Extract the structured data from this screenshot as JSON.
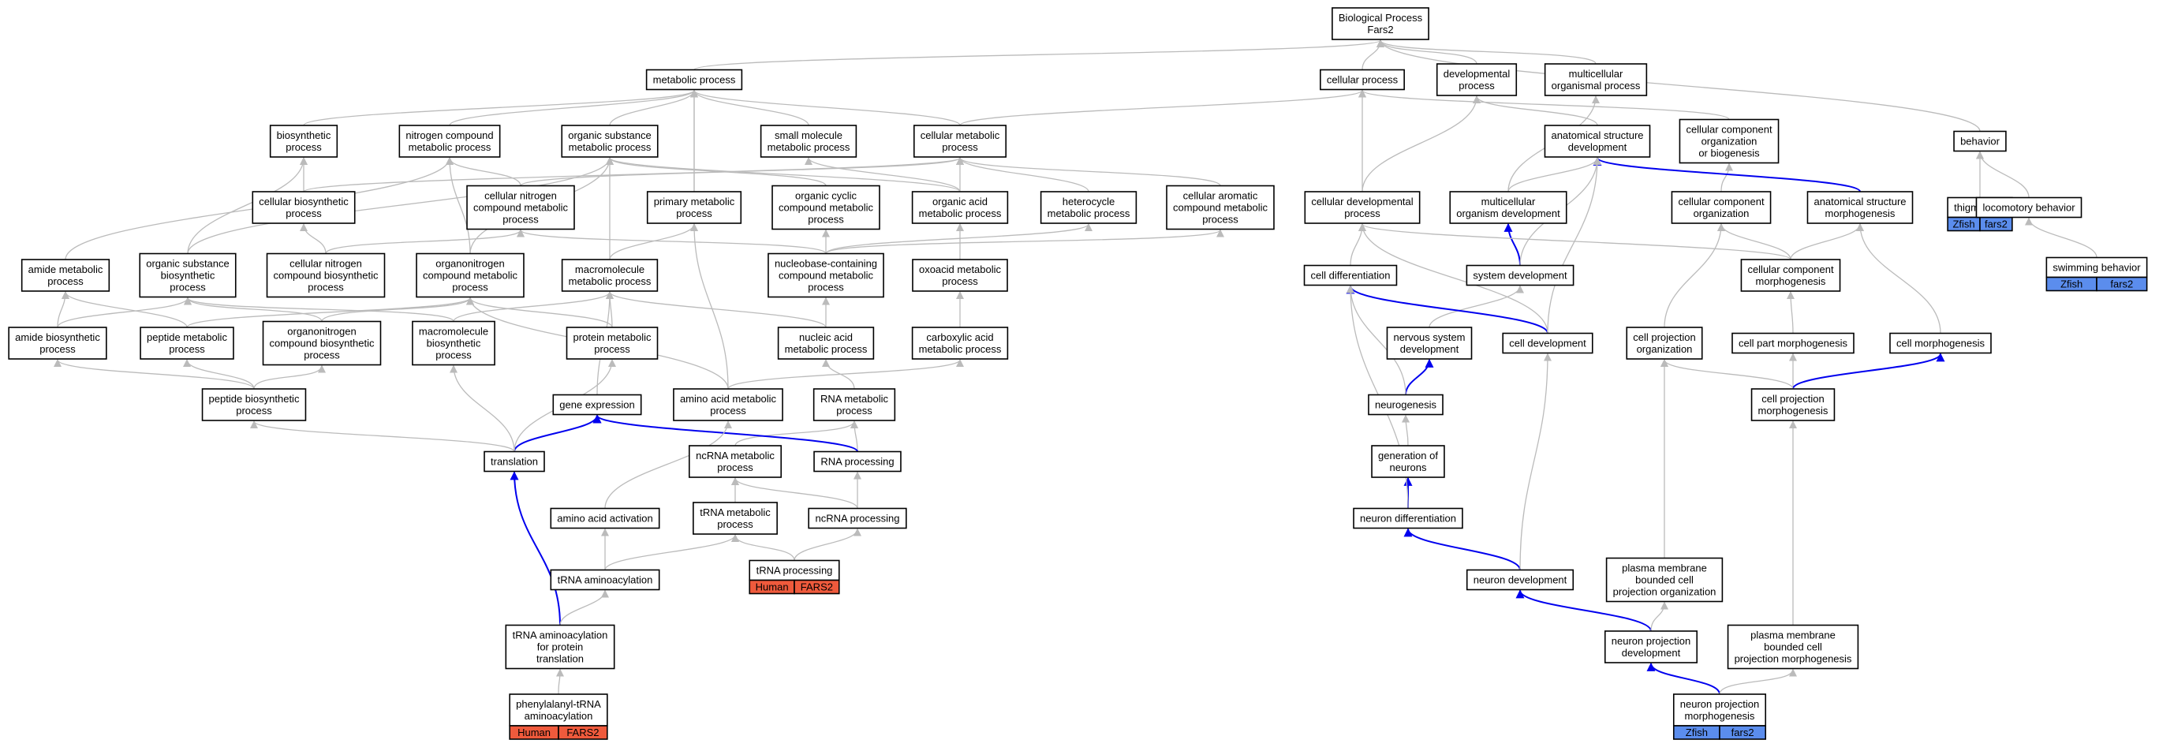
{
  "title_node": "go-0008150",
  "colors": {
    "edge_gray": "#bbbbbb",
    "edge_blue": "#0000ee",
    "human_tag": "#ef5a3c",
    "zfish_tag": "#5b8ded"
  },
  "nodes": [
    {
      "id": "bp",
      "lines": [
        "Biological Process",
        "Fars2"
      ]
    },
    {
      "id": "metabolic",
      "lines": [
        "metabolic process"
      ]
    },
    {
      "id": "cellular_process",
      "lines": [
        "cellular process"
      ]
    },
    {
      "id": "developmental",
      "lines": [
        "developmental",
        "process"
      ]
    },
    {
      "id": "multicellular",
      "lines": [
        "multicellular",
        "organismal process"
      ]
    },
    {
      "id": "biosynthetic",
      "lines": [
        "biosynthetic",
        "process"
      ]
    },
    {
      "id": "nitrogen_cmp",
      "lines": [
        "nitrogen compound",
        "metabolic process"
      ]
    },
    {
      "id": "org_sub",
      "lines": [
        "organic substance",
        "metabolic process"
      ]
    },
    {
      "id": "small_mol",
      "lines": [
        "small molecule",
        "metabolic process"
      ]
    },
    {
      "id": "cellular_met",
      "lines": [
        "cellular metabolic",
        "process"
      ]
    },
    {
      "id": "anat_dev",
      "lines": [
        "anatomical structure",
        "development"
      ]
    },
    {
      "id": "cc_org_bio",
      "lines": [
        "cellular component",
        "organization",
        "or biogenesis"
      ]
    },
    {
      "id": "behavior",
      "lines": [
        "behavior"
      ]
    },
    {
      "id": "cell_biosyn",
      "lines": [
        "cellular biosynthetic",
        "process"
      ]
    },
    {
      "id": "cell_nitro",
      "lines": [
        "cellular nitrogen",
        "compound metabolic",
        "process"
      ]
    },
    {
      "id": "primary_met",
      "lines": [
        "primary metabolic",
        "process"
      ]
    },
    {
      "id": "org_cyclic",
      "lines": [
        "organic cyclic",
        "compound metabolic",
        "process"
      ]
    },
    {
      "id": "org_acid",
      "lines": [
        "organic acid",
        "metabolic process"
      ]
    },
    {
      "id": "heterocycle",
      "lines": [
        "heterocycle",
        "metabolic process"
      ]
    },
    {
      "id": "cell_arom",
      "lines": [
        "cellular aromatic",
        "compound metabolic",
        "process"
      ]
    },
    {
      "id": "cell_dev_proc",
      "lines": [
        "cellular developmental",
        "process"
      ]
    },
    {
      "id": "multi_org_dev",
      "lines": [
        "multicellular",
        "organism development"
      ]
    },
    {
      "id": "cc_org",
      "lines": [
        "cellular component",
        "organization"
      ]
    },
    {
      "id": "anat_morph",
      "lines": [
        "anatomical structure",
        "morphogenesis"
      ]
    },
    {
      "id": "thigmotaxis",
      "lines": [
        "thigmotaxis"
      ],
      "tags": [
        "Zfish",
        "fars2"
      ],
      "tag_color": "zfish"
    },
    {
      "id": "locomotory",
      "lines": [
        "locomotory behavior"
      ]
    },
    {
      "id": "amide_met",
      "lines": [
        "amide metabolic",
        "process"
      ]
    },
    {
      "id": "org_sub_bio",
      "lines": [
        "organic substance",
        "biosynthetic",
        "process"
      ]
    },
    {
      "id": "cell_nitro_bio",
      "lines": [
        "cellular nitrogen",
        "compound biosynthetic",
        "process"
      ]
    },
    {
      "id": "organonitro",
      "lines": [
        "organonitrogen",
        "compound metabolic",
        "process"
      ]
    },
    {
      "id": "macromol_met",
      "lines": [
        "macromolecule",
        "metabolic process"
      ]
    },
    {
      "id": "nucleobase",
      "lines": [
        "nucleobase-containing",
        "compound metabolic",
        "process"
      ]
    },
    {
      "id": "oxoacid",
      "lines": [
        "oxoacid metabolic",
        "process"
      ]
    },
    {
      "id": "cell_diff",
      "lines": [
        "cell differentiation"
      ]
    },
    {
      "id": "system_dev",
      "lines": [
        "system development"
      ]
    },
    {
      "id": "cc_morph",
      "lines": [
        "cellular component",
        "morphogenesis"
      ]
    },
    {
      "id": "swimming",
      "lines": [
        "swimming behavior"
      ],
      "tags": [
        "Zfish",
        "fars2"
      ],
      "tag_color": "zfish"
    },
    {
      "id": "amide_bio",
      "lines": [
        "amide biosynthetic",
        "process"
      ]
    },
    {
      "id": "peptide_met",
      "lines": [
        "peptide metabolic",
        "process"
      ]
    },
    {
      "id": "organonitro_bio",
      "lines": [
        "organonitrogen",
        "compound biosynthetic",
        "process"
      ]
    },
    {
      "id": "macromol_bio",
      "lines": [
        "macromolecule",
        "biosynthetic",
        "process"
      ]
    },
    {
      "id": "protein_met",
      "lines": [
        "protein metabolic",
        "process"
      ]
    },
    {
      "id": "nucleic_acid",
      "lines": [
        "nucleic acid",
        "metabolic process"
      ]
    },
    {
      "id": "carboxylic",
      "lines": [
        "carboxylic acid",
        "metabolic process"
      ]
    },
    {
      "id": "nervous_dev",
      "lines": [
        "nervous system",
        "development"
      ]
    },
    {
      "id": "cell_dev",
      "lines": [
        "cell development"
      ]
    },
    {
      "id": "cell_proj_org",
      "lines": [
        "cell projection",
        "organization"
      ]
    },
    {
      "id": "cell_part_morph",
      "lines": [
        "cell part morphogenesis"
      ]
    },
    {
      "id": "cell_morph",
      "lines": [
        "cell morphogenesis"
      ]
    },
    {
      "id": "peptide_bio",
      "lines": [
        "peptide biosynthetic",
        "process"
      ]
    },
    {
      "id": "gene_expr",
      "lines": [
        "gene expression"
      ]
    },
    {
      "id": "aa_met",
      "lines": [
        "amino acid metabolic",
        "process"
      ]
    },
    {
      "id": "rna_met",
      "lines": [
        "RNA metabolic",
        "process"
      ]
    },
    {
      "id": "neurogenesis",
      "lines": [
        "neurogenesis"
      ]
    },
    {
      "id": "cell_proj_morph",
      "lines": [
        "cell projection",
        "morphogenesis"
      ]
    },
    {
      "id": "translation",
      "lines": [
        "translation"
      ]
    },
    {
      "id": "ncrna_met",
      "lines": [
        "ncRNA metabolic",
        "process"
      ]
    },
    {
      "id": "rna_proc",
      "lines": [
        "RNA processing"
      ]
    },
    {
      "id": "gen_neurons",
      "lines": [
        "generation of",
        "neurons"
      ]
    },
    {
      "id": "aa_activation",
      "lines": [
        "amino acid activation"
      ]
    },
    {
      "id": "trna_met",
      "lines": [
        "tRNA metabolic",
        "process"
      ]
    },
    {
      "id": "ncrna_proc",
      "lines": [
        "ncRNA processing"
      ]
    },
    {
      "id": "neuron_diff",
      "lines": [
        "neuron differentiation"
      ]
    },
    {
      "id": "trna_proc",
      "lines": [
        "tRNA processing"
      ],
      "tags": [
        "Human",
        "FARS2"
      ],
      "tag_color": "human"
    },
    {
      "id": "trna_aminoacyl",
      "lines": [
        "tRNA aminoacylation"
      ]
    },
    {
      "id": "neuron_dev",
      "lines": [
        "neuron development"
      ]
    },
    {
      "id": "pm_proj_org",
      "lines": [
        "plasma membrane",
        "bounded cell",
        "projection organization"
      ]
    },
    {
      "id": "trna_aa_trans",
      "lines": [
        "tRNA aminoacylation",
        "for protein",
        "translation"
      ]
    },
    {
      "id": "neuron_proj_dev",
      "lines": [
        "neuron projection",
        "development"
      ]
    },
    {
      "id": "pm_proj_morph",
      "lines": [
        "plasma membrane",
        "bounded cell",
        "projection morphogenesis"
      ]
    },
    {
      "id": "phe_trna",
      "lines": [
        "phenylalanyl-tRNA",
        "aminoacylation"
      ],
      "tags": [
        "Human",
        "FARS2"
      ],
      "tag_color": "human"
    },
    {
      "id": "neuron_proj_morph",
      "lines": [
        "neuron projection",
        "morphogenesis"
      ],
      "tags": [
        "Zfish",
        "fars2"
      ],
      "tag_color": "zfish"
    }
  ],
  "edges": [
    [
      "metabolic",
      "bp",
      "gray"
    ],
    [
      "cellular_process",
      "bp",
      "gray"
    ],
    [
      "developmental",
      "bp",
      "gray"
    ],
    [
      "multicellular",
      "bp",
      "gray"
    ],
    [
      "biosynthetic",
      "metabolic",
      "gray"
    ],
    [
      "nitrogen_cmp",
      "metabolic",
      "gray"
    ],
    [
      "org_sub",
      "metabolic",
      "gray"
    ],
    [
      "small_mol",
      "metabolic",
      "gray"
    ],
    [
      "cellular_met",
      "metabolic",
      "gray"
    ],
    [
      "primary_met",
      "metabolic",
      "gray"
    ],
    [
      "cellular_met",
      "cellular_process",
      "gray"
    ],
    [
      "cell_dev_proc",
      "cellular_process",
      "gray"
    ],
    [
      "cc_org_bio",
      "cellular_process",
      "gray"
    ],
    [
      "anat_dev",
      "developmental",
      "gray"
    ],
    [
      "multi_org_dev",
      "multicellular",
      "gray"
    ],
    [
      "behavior",
      "bp",
      "gray"
    ],
    [
      "cell_biosyn",
      "biosynthetic",
      "gray"
    ],
    [
      "cell_biosyn",
      "cellular_met",
      "gray"
    ],
    [
      "org_sub_bio",
      "biosynthetic",
      "gray"
    ],
    [
      "cell_nitro",
      "nitrogen_cmp",
      "gray"
    ],
    [
      "cell_nitro",
      "cellular_met",
      "gray"
    ],
    [
      "organonitro",
      "nitrogen_cmp",
      "gray"
    ],
    [
      "organonitro",
      "org_sub",
      "gray"
    ],
    [
      "primary_met",
      "metabolic",
      "gray"
    ],
    [
      "org_cyclic",
      "org_sub",
      "gray"
    ],
    [
      "org_acid",
      "small_mol",
      "gray"
    ],
    [
      "org_acid",
      "org_sub",
      "gray"
    ],
    [
      "org_acid",
      "cellular_met",
      "gray"
    ],
    [
      "heterocycle",
      "cellular_met",
      "gray"
    ],
    [
      "cell_arom",
      "cellular_met",
      "gray"
    ],
    [
      "cell_dev_proc",
      "developmental",
      "gray"
    ],
    [
      "multi_org_dev",
      "anat_dev",
      "gray"
    ],
    [
      "cc_org",
      "cc_org_bio",
      "gray"
    ],
    [
      "anat_morph",
      "anat_dev",
      "blue"
    ],
    [
      "thigmotaxis",
      "behavior",
      "gray"
    ],
    [
      "locomotory",
      "behavior",
      "gray"
    ],
    [
      "swimming",
      "locomotory",
      "gray"
    ],
    [
      "amide_met",
      "nitrogen_cmp",
      "gray"
    ],
    [
      "org_sub_bio",
      "org_sub",
      "gray"
    ],
    [
      "cell_nitro_bio",
      "cell_nitro",
      "gray"
    ],
    [
      "cell_nitro_bio",
      "cell_biosyn",
      "gray"
    ],
    [
      "macromol_met",
      "org_sub",
      "gray"
    ],
    [
      "macromol_met",
      "primary_met",
      "gray"
    ],
    [
      "nucleobase",
      "org_cyclic",
      "gray"
    ],
    [
      "nucleobase",
      "heterocycle",
      "gray"
    ],
    [
      "nucleobase",
      "cell_arom",
      "gray"
    ],
    [
      "nucleobase",
      "cell_nitro",
      "gray"
    ],
    [
      "oxoacid",
      "org_acid",
      "gray"
    ],
    [
      "cell_diff",
      "cell_dev_proc",
      "gray"
    ],
    [
      "system_dev",
      "multi_org_dev",
      "blue"
    ],
    [
      "system_dev",
      "anat_dev",
      "gray"
    ],
    [
      "cc_morph",
      "cc_org",
      "gray"
    ],
    [
      "cc_morph",
      "anat_morph",
      "gray"
    ],
    [
      "cc_morph",
      "cell_dev_proc",
      "gray"
    ],
    [
      "amide_bio",
      "amide_met",
      "gray"
    ],
    [
      "amide_bio",
      "org_sub_bio",
      "gray"
    ],
    [
      "peptide_met",
      "amide_met",
      "gray"
    ],
    [
      "peptide_met",
      "organonitro",
      "gray"
    ],
    [
      "organonitro_bio",
      "organonitro",
      "gray"
    ],
    [
      "organonitro_bio",
      "org_sub_bio",
      "gray"
    ],
    [
      "macromol_bio",
      "macromol_met",
      "gray"
    ],
    [
      "macromol_bio",
      "org_sub_bio",
      "gray"
    ],
    [
      "protein_met",
      "macromol_met",
      "gray"
    ],
    [
      "protein_met",
      "organonitro",
      "gray"
    ],
    [
      "nucleic_acid",
      "nucleobase",
      "gray"
    ],
    [
      "nucleic_acid",
      "macromol_met",
      "gray"
    ],
    [
      "carboxylic",
      "oxoacid",
      "gray"
    ],
    [
      "nervous_dev",
      "system_dev",
      "gray"
    ],
    [
      "cell_dev",
      "cell_diff",
      "blue"
    ],
    [
      "cell_dev",
      "cell_dev_proc",
      "gray"
    ],
    [
      "cell_dev",
      "anat_dev",
      "gray"
    ],
    [
      "cell_proj_org",
      "cc_org",
      "gray"
    ],
    [
      "cell_part_morph",
      "cc_morph",
      "gray"
    ],
    [
      "cell_morph",
      "anat_morph",
      "gray"
    ],
    [
      "peptide_bio",
      "peptide_met",
      "gray"
    ],
    [
      "peptide_bio",
      "amide_bio",
      "gray"
    ],
    [
      "peptide_bio",
      "organonitro_bio",
      "gray"
    ],
    [
      "gene_expr",
      "macromol_met",
      "gray"
    ],
    [
      "aa_met",
      "carboxylic",
      "gray"
    ],
    [
      "aa_met",
      "organonitro",
      "gray"
    ],
    [
      "aa_met",
      "primary_met",
      "gray"
    ],
    [
      "rna_met",
      "nucleic_acid",
      "gray"
    ],
    [
      "neurogenesis",
      "nervous_dev",
      "blue"
    ],
    [
      "neurogenesis",
      "cell_diff",
      "gray"
    ],
    [
      "cell_proj_morph",
      "cell_part_morph",
      "gray"
    ],
    [
      "cell_proj_morph",
      "cell_morph",
      "blue"
    ],
    [
      "cell_proj_morph",
      "cell_proj_org",
      "gray"
    ],
    [
      "translation",
      "gene_expr",
      "blue"
    ],
    [
      "translation",
      "peptide_bio",
      "gray"
    ],
    [
      "translation",
      "protein_met",
      "gray"
    ],
    [
      "translation",
      "macromol_bio",
      "gray"
    ],
    [
      "ncrna_met",
      "rna_met",
      "gray"
    ],
    [
      "rna_proc",
      "rna_met",
      "gray"
    ],
    [
      "rna_proc",
      "gene_expr",
      "blue"
    ],
    [
      "gen_neurons",
      "neurogenesis",
      "gray"
    ],
    [
      "aa_activation",
      "aa_met",
      "gray"
    ],
    [
      "trna_met",
      "ncrna_met",
      "gray"
    ],
    [
      "ncrna_proc",
      "ncrna_met",
      "gray"
    ],
    [
      "ncrna_proc",
      "rna_proc",
      "gray"
    ],
    [
      "neuron_diff",
      "gen_neurons",
      "blue"
    ],
    [
      "neuron_diff",
      "cell_diff",
      "gray"
    ],
    [
      "trna_proc",
      "trna_met",
      "gray"
    ],
    [
      "trna_proc",
      "ncrna_proc",
      "gray"
    ],
    [
      "trna_aminoacyl",
      "aa_activation",
      "gray"
    ],
    [
      "trna_aminoacyl",
      "trna_met",
      "gray"
    ],
    [
      "neuron_dev",
      "neuron_diff",
      "blue"
    ],
    [
      "neuron_dev",
      "cell_dev",
      "gray"
    ],
    [
      "pm_proj_org",
      "cell_proj_org",
      "gray"
    ],
    [
      "trna_aa_trans",
      "translation",
      "blue"
    ],
    [
      "trna_aa_trans",
      "trna_aminoacyl",
      "gray"
    ],
    [
      "neuron_proj_dev",
      "neuron_dev",
      "blue"
    ],
    [
      "neuron_proj_dev",
      "pm_proj_org",
      "gray"
    ],
    [
      "pm_proj_morph",
      "cell_proj_morph",
      "gray"
    ],
    [
      "phe_trna",
      "trna_aa_trans",
      "gray"
    ],
    [
      "neuron_proj_morph",
      "neuron_proj_dev",
      "blue"
    ],
    [
      "neuron_proj_morph",
      "pm_proj_morph",
      "gray"
    ]
  ]
}
